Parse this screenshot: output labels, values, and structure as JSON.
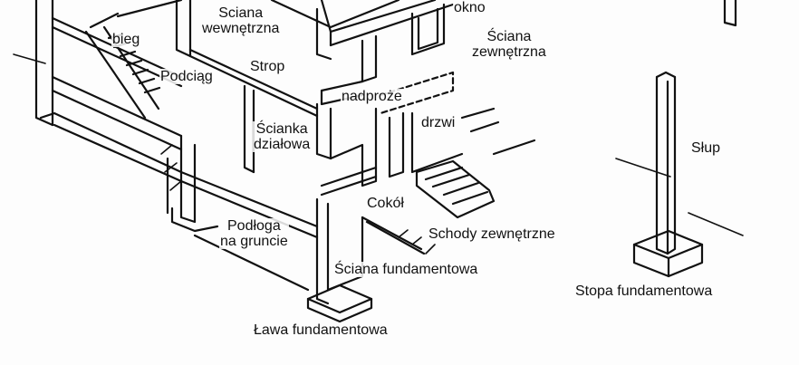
{
  "colors": {
    "background": "#fdfdfd",
    "ink": "#111111"
  },
  "labels": {
    "okno": "okno",
    "sciana_wewnetrzna_line1": "Sciana",
    "sciana_wewnetrzna_line2": "wewnętrzna",
    "sciana_zewnetrzna_line1": "Ściana",
    "sciana_zewnetrzna_line2": "zewnętrzna",
    "bieg": "bieg",
    "strop": "Strop",
    "podciag": "Podciąg",
    "nadproze": "nadproże",
    "drzwi": "drzwi",
    "scianka_dzialowa_line1": "Ścianka",
    "scianka_dzialowa_line2": "działowa",
    "slup": "Słup",
    "cokol": "Cokół",
    "podloga_line1": "Podłoga",
    "podloga_line2": "na gruncie",
    "schody_zewnetrzne": "Schody zewnętrzne",
    "sciana_fundamentowa": "Ściana fundamentowa",
    "stopa_fundamentowa": "Stopa fundamentowa",
    "lawa_fundamentowa": "Ława fundamentowa"
  }
}
